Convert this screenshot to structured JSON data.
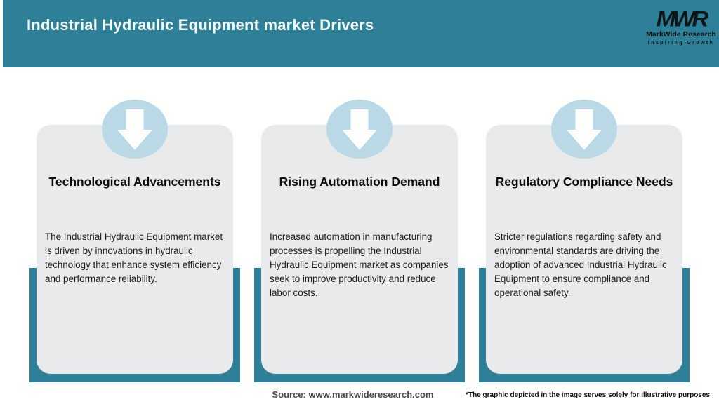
{
  "header": {
    "title": "Industrial Hydraulic Equipment market Drivers",
    "logo": {
      "monogram": "MWR",
      "company": "MarkWide Research",
      "tagline": "Inspiring Growth"
    }
  },
  "cards": [
    {
      "title": "Technological Advancements",
      "description": "The Industrial Hydraulic Equipment market is driven by innovations in hydraulic technology that enhance system efficiency and performance reliability.",
      "icon": "down-arrow-icon"
    },
    {
      "title": "Rising Automation Demand",
      "description": "Increased automation in manufacturing processes is propelling the Industrial Hydraulic Equipment market as companies seek to improve productivity and reduce labor costs.",
      "icon": "down-arrow-icon"
    },
    {
      "title": "Regulatory Compliance Needs",
      "description": "Stricter regulations regarding safety and environmental standards are driving the adoption of advanced Industrial Hydraulic Equipment to ensure compliance and operational safety.",
      "icon": "down-arrow-icon"
    }
  ],
  "footer": {
    "source": "Source: www.markwideresearch.com",
    "disclaimer": "*The graphic depicted in the image serves solely for illustrative purposes"
  },
  "colors": {
    "header_teal": "#2e8098",
    "card_background": "#e8eaeb",
    "icon_circle_blue": "#b9d9e7",
    "arrow_white": "#ffffff",
    "title_text": "#f3fafc",
    "logo_text": "#0d1518"
  }
}
